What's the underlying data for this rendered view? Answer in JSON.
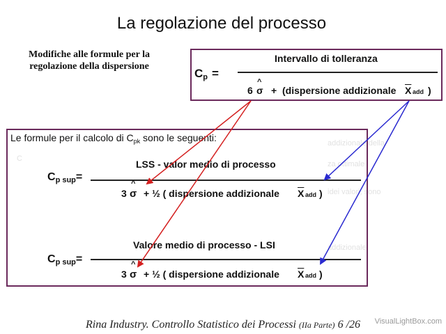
{
  "title": "La regolazione del processo",
  "subtitle": "Modifiche alle formule per la regolazione della dispersione",
  "top_formula": {
    "lhs": "C",
    "lhs_sub": "p",
    "eq": "=",
    "numerator": "Intervallo di tolleranza",
    "denominator_prefix": "6",
    "sigma_symbol": "σ",
    "hat_symbol": "^",
    "denominator_plus": "+",
    "denominator_text": "(dispersione addizionale",
    "x_symbol": "X",
    "x_sub": "add",
    "close_paren": ")"
  },
  "bottom_intro": {
    "text": "Le formule per il calcolo di C",
    "sub": "pk",
    "suffix": " sono le seguenti:"
  },
  "formula_upper": {
    "lhs": "C",
    "lhs_sub": "p sup",
    "eq": "=",
    "numerator": "LSS  -  valor medio di processo",
    "denominator_prefix": "3",
    "sigma_symbol": "σ",
    "hat_symbol": "^",
    "denominator_text": "+ ½ ( dispersione addizionale",
    "x_symbol": "X",
    "x_sub": "add",
    "close_paren": ")"
  },
  "formula_lower": {
    "lhs": "C",
    "lhs_sub": "p sup",
    "eq": "=",
    "numerator": "Valore medio di processo   -   LSI",
    "denominator_prefix": "3",
    "sigma_symbol": "σ",
    "hat_symbol": "^",
    "denominator_text": "+ ½ ( dispersione addizionale",
    "x_symbol": "X",
    "x_sub": "add",
    "close_paren": ")"
  },
  "footer": {
    "text": "Rina Industry. Controllo Statistico dei Processi",
    "part": "(IIa Parte)",
    "page": "6 /26"
  },
  "watermark": "VisualLightBox.com",
  "colors": {
    "box_border": "#6b2a5c",
    "arrow_red": "#d42020",
    "arrow_blue": "#2a2ad0"
  }
}
